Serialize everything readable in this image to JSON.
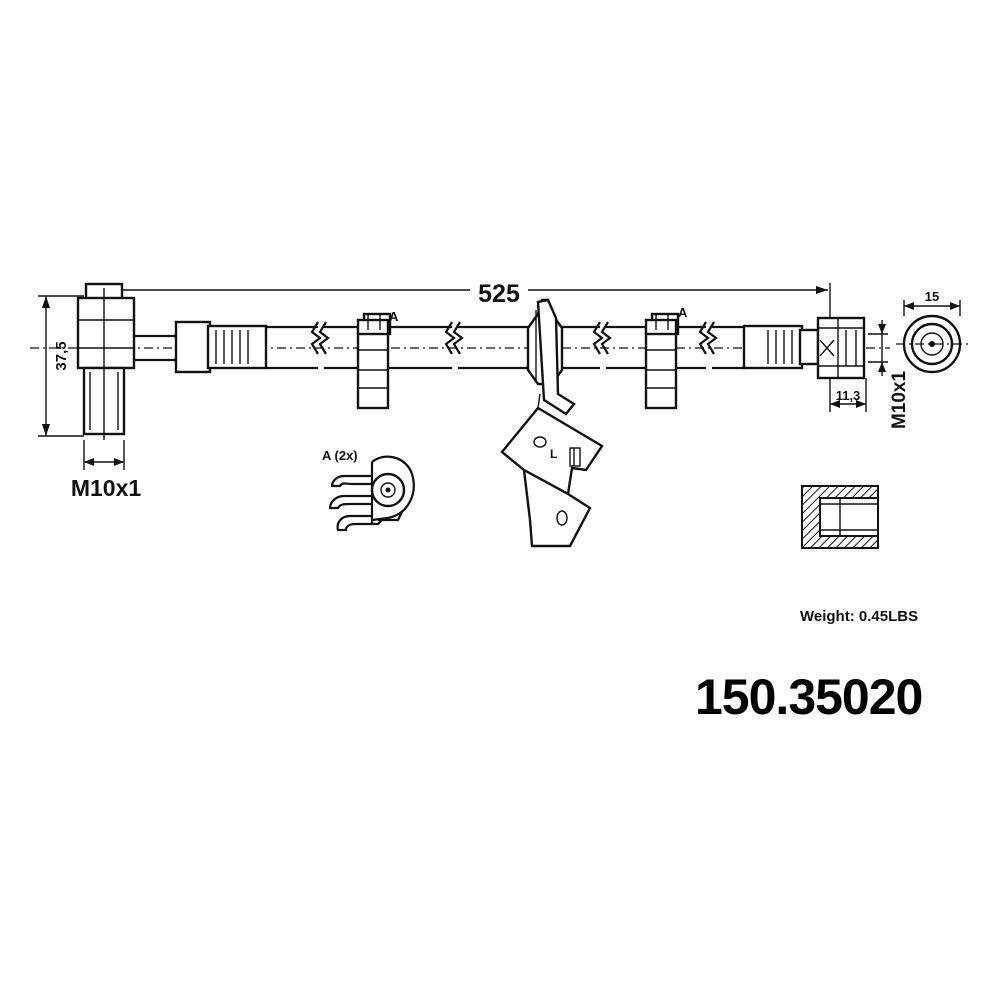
{
  "dimensions": {
    "length": "525",
    "height": "37,5",
    "left_thread": "M10x1",
    "right_thread": "M10x1",
    "nut_width": "15",
    "fitting_length": "11,3"
  },
  "labels": {
    "clip_marker": "A",
    "clip_callout": "A (2x)",
    "bracket_marker": "L"
  },
  "weight": "Weight: 0.45LBS",
  "part_number": "150.35020"
}
